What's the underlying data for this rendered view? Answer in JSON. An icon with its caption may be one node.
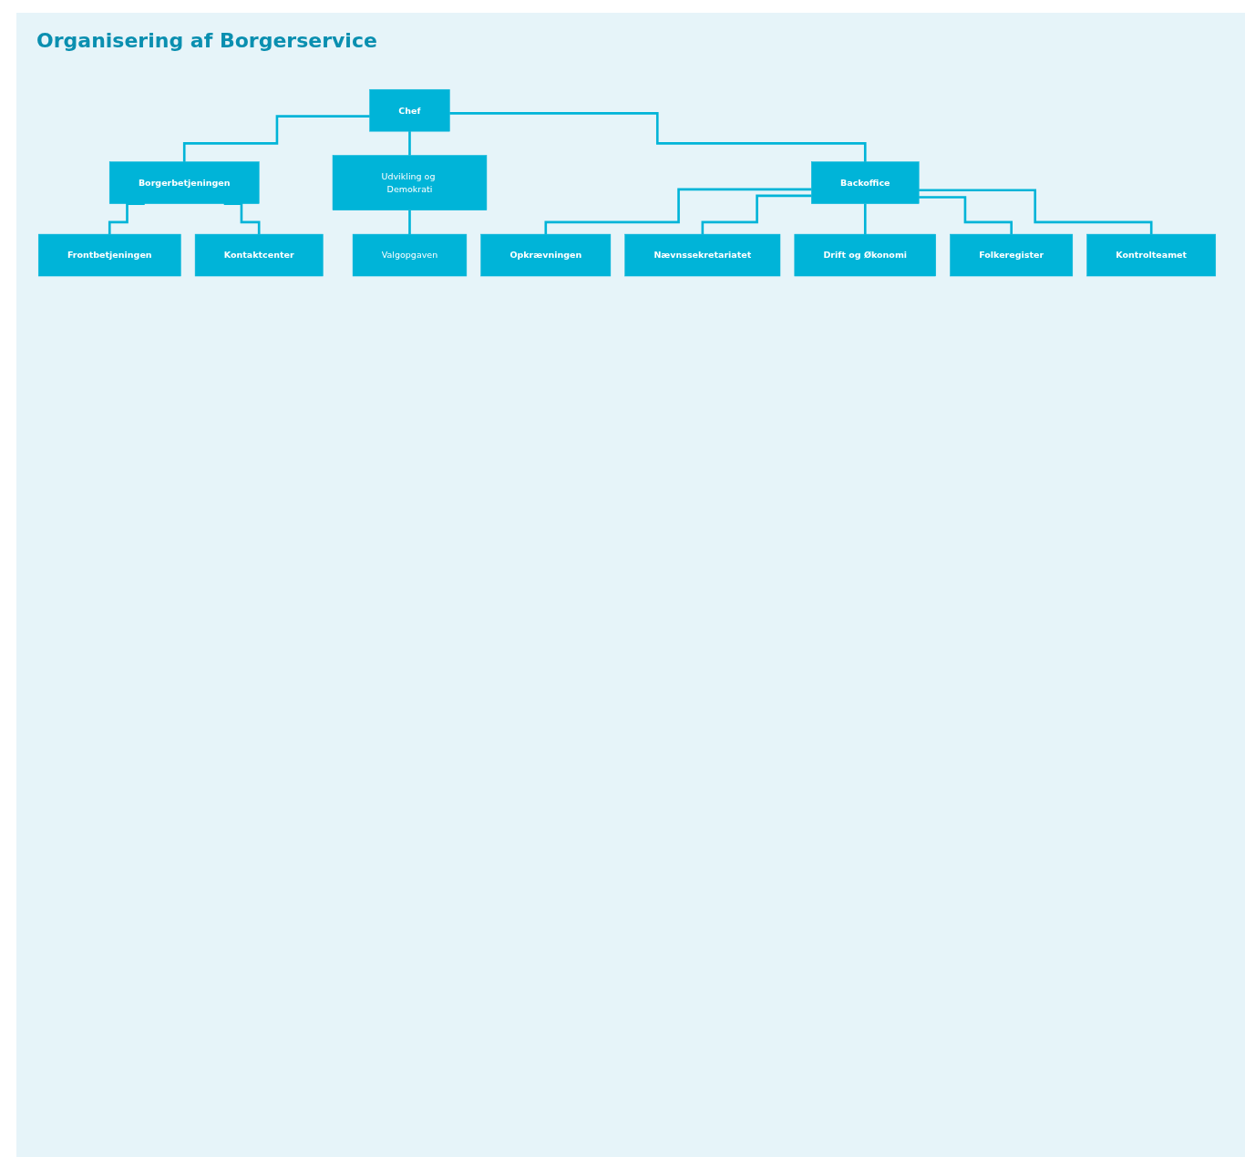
{
  "diagram": {
    "title": "Organisering af Borgerservice",
    "nodes": [
      {
        "text": [
          "Chef"
        ]
      },
      {
        "text": [
          "Borgerbetjeningen"
        ]
      },
      {
        "text": [
          "Udvikling og Demokrati"
        ]
      },
      {
        "text": [
          "Backoffice"
        ]
      },
      {
        "text": [
          "Frontbetjeningen"
        ]
      },
      {
        "text": [
          "Kontaktcenter"
        ]
      },
      {
        "text": [
          "Valgopgaven"
        ]
      },
      {
        "text": [
          "Opkrævningen"
        ]
      },
      {
        "text": [
          "Nævnssekretariatet"
        ]
      },
      {
        "text": [
          "Drift og Økonomi"
        ]
      },
      {
        "text": [
          "Folkeregister"
        ]
      },
      {
        "text": [
          "Kontrolteamet"
        ]
      }
    ],
    "edges": [
      {
        "from": 0,
        "to": 1,
        "arrow": "none"
      },
      {
        "from": 0,
        "to": 2,
        "arrow": "none"
      },
      {
        "from": 0,
        "to": 3,
        "arrow": "none"
      },
      {
        "from": 1,
        "to": 4,
        "arrow": "none"
      },
      {
        "from": 1,
        "to": 5,
        "arrow": "none"
      },
      {
        "from": 2,
        "to": 6,
        "arrow": "none"
      },
      {
        "from": 3,
        "to": 7,
        "arrow": "none"
      },
      {
        "from": 3,
        "to": 8,
        "arrow": "none"
      },
      {
        "from": 3,
        "to": 9,
        "arrow": "none"
      },
      {
        "from": 3,
        "to": 10,
        "arrow": "none"
      },
      {
        "from": 3,
        "to": 11,
        "arrow": "none"
      }
    ]
  }
}
